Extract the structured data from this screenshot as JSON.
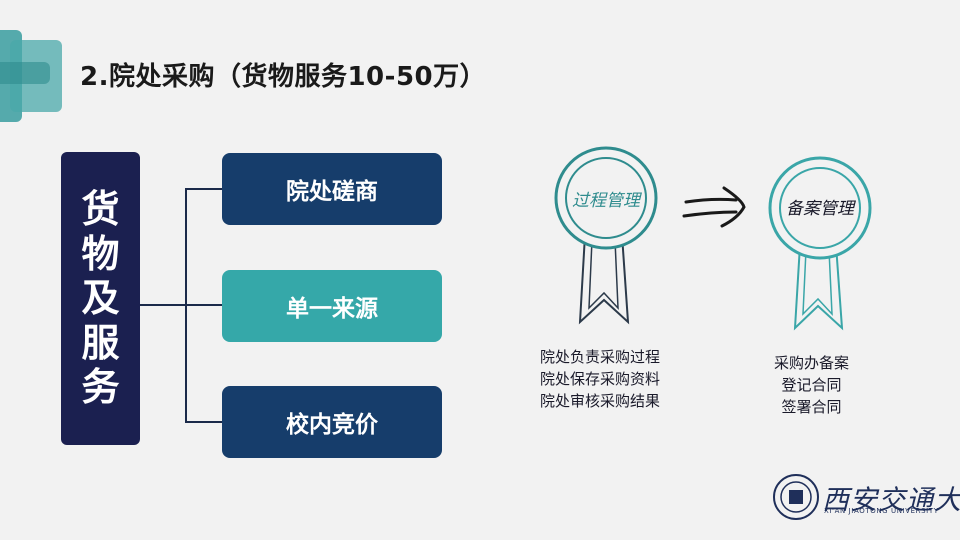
{
  "title": "2.院处采购（货物服务10-50万）",
  "vertical_label": [
    "货",
    "物",
    "及",
    "服",
    "务"
  ],
  "options": [
    "院处磋商",
    "单一来源",
    "校内竞价"
  ],
  "badges": {
    "left_text": "过程管理",
    "right_text": "备案管理"
  },
  "left_desc": [
    "院处负责采购过程",
    "院处保存采购资料",
    "院处审核采购结果"
  ],
  "right_desc": [
    "采购办备案",
    "登记合同",
    "签署合同"
  ],
  "logo": {
    "name": "西安交通大學",
    "english": "XI'AN JIAOTONG UNIVERSITY"
  },
  "colors": {
    "navy": "#1b2050",
    "dark_blue": "#163d6b",
    "teal": "#35a8a9"
  }
}
